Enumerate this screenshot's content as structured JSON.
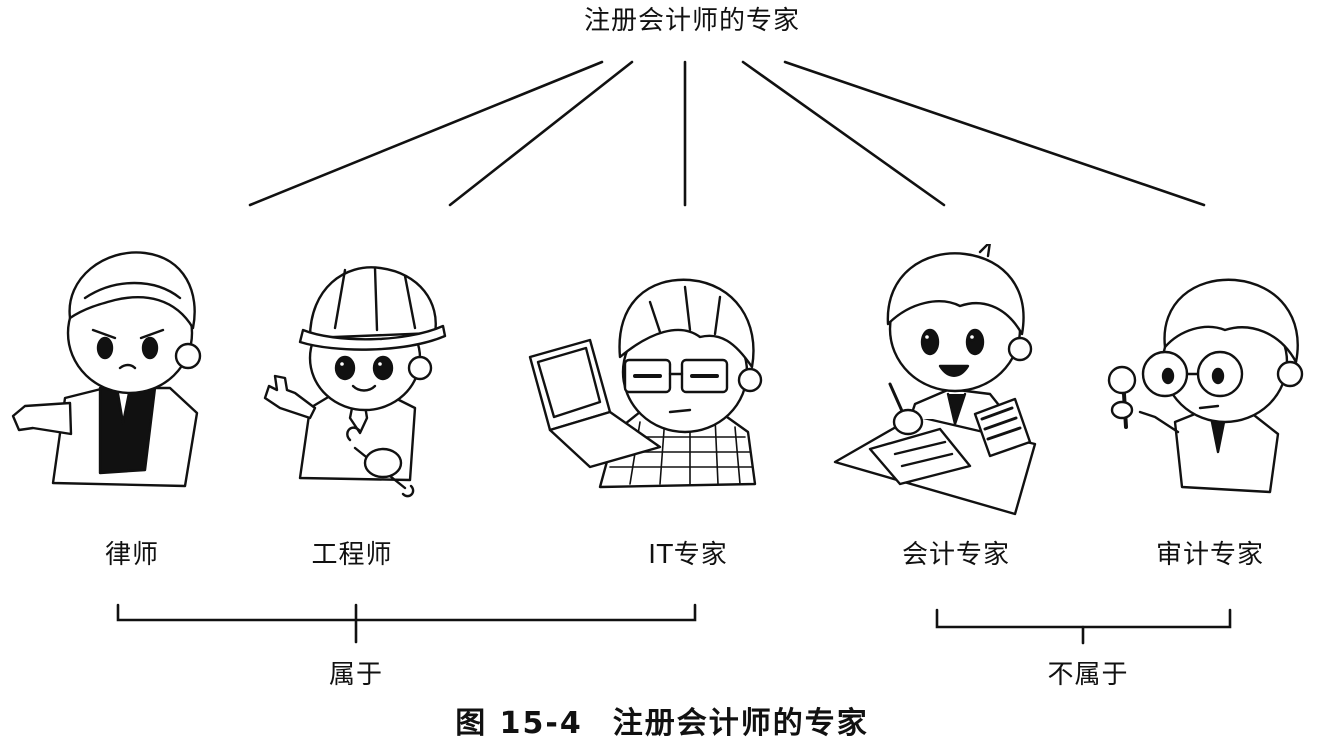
{
  "title": "注册会计师的专家",
  "experts": [
    {
      "label": "律师"
    },
    {
      "label": "工程师"
    },
    {
      "label": "IT专家"
    },
    {
      "label": "会计专家"
    },
    {
      "label": "审计专家"
    }
  ],
  "groups": [
    {
      "label": "属于"
    },
    {
      "label": "不属于"
    }
  ],
  "caption": {
    "number": "图 15-4",
    "text": "注册会计师的专家"
  }
}
